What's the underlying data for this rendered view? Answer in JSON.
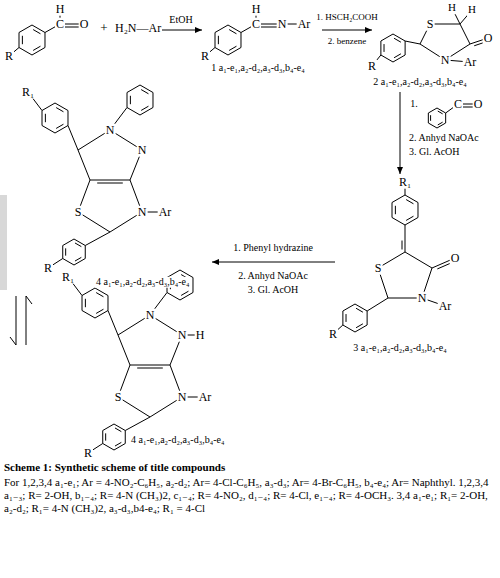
{
  "diagram": {
    "title": "Scheme 1: Synthetic scheme of title compounds",
    "caption": "For 1,2,3,4 a₁-e₁; Ar = 4-NO₂-C₆H₅, a₂-d₂; Ar= 4-Cl-C₆H₅, a₃-d₃; Ar= 4-Br-C₆H₅, b₄-e₄; Ar= Naphthyl. 1,2,3,4 a₁₋₃; R= 2-OH, b₁₋₄; R= 4-N (CH₃)2, c₁₋₄; R= 4-NO₂, d₁₋₄; R= 4-Cl, e₁₋₄; R= 4-OCH₃. 3,4 a₁-e₁; R₁= 2-OH, a₂-d₂; R₁= 4-N (CH₃)2, a₃-d₃,b4-e₄; R₁ = 4-Cl",
    "labels": [
      "R",
      "H",
      "C",
      "O",
      "+",
      "H₂N—Ar",
      "EtOH",
      "R",
      "H",
      "C",
      "N",
      "Ar",
      "1 a₁-e₁,a₂-d₂,a₃-d₃,b₄-e₄",
      "1. HSCH₂COOH",
      "2. benzene",
      "H",
      "H",
      "S",
      "O",
      "N",
      "Ar",
      "R",
      "2 a₁-e₁,a₂-d₂,a₃-d₃,b₄-e₄",
      "1.",
      "C",
      "O",
      "2. Anhyd NaOAc",
      "3. Gl. AcOH",
      "R₁",
      "S",
      "O",
      "N",
      "Ar",
      "R",
      "3 a₁-e₁,a₂-d₂,a₃-d₃,b₄-e₄",
      "1. Phenyl hydrazine",
      "2. Anhyd NaOAc",
      "3. Gl. AcOH",
      "R₁",
      "N",
      "N",
      "S",
      "N",
      "Ar",
      "R",
      "4 a₁-e₁,a₂-d₂,a₃-d₃,b₄-e₄",
      "R₁",
      "N",
      "N",
      "H",
      "S",
      "N",
      "Ar",
      "R",
      "4 a₁-e₁,a₂-d₂,a₃-d₃,b₄-e₄"
    ]
  }
}
